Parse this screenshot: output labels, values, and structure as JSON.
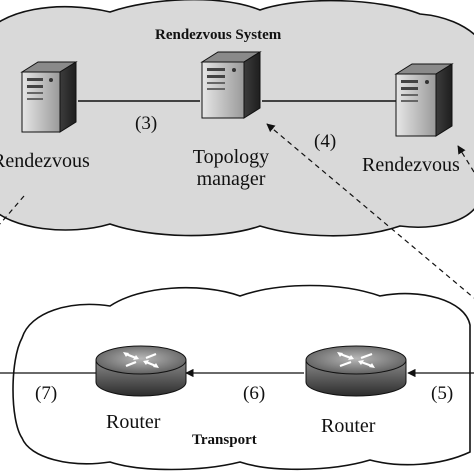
{
  "rendezvous_system": {
    "title": "Rendezvous System",
    "left_node_label": "Rendezvous",
    "center_node_label": "Topology\nmanager",
    "right_node_label": "Rendezvous",
    "link_left_center": "(3)",
    "link_to_transport": "(4)"
  },
  "transport": {
    "title": "Transport",
    "router_left_label": "Router",
    "router_right_label": "Router",
    "link_left": "(7)",
    "link_between": "(6)",
    "link_right": "(5)"
  },
  "colors": {
    "cloud_fill": "#d9d9d9",
    "outline": "#111111",
    "server_body": "#6b6b6b",
    "router_body": "#7a7a7a"
  }
}
